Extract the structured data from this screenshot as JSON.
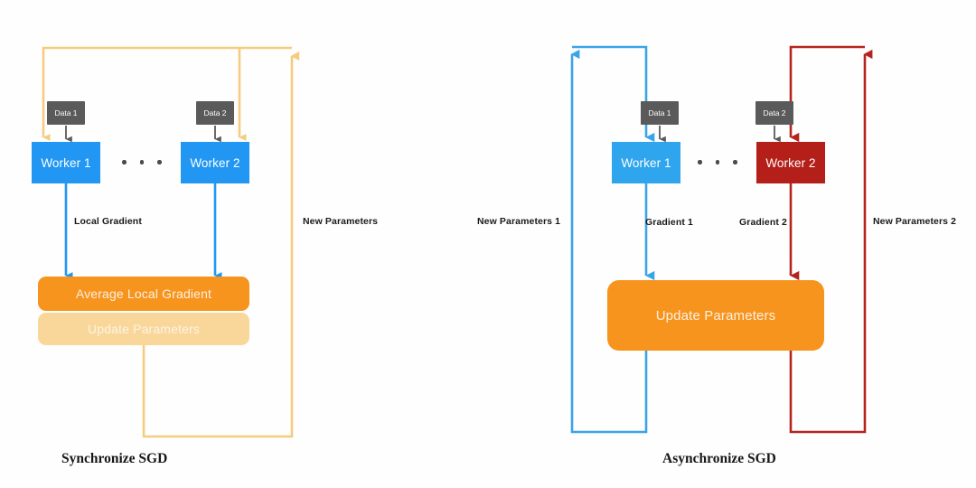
{
  "figure": {
    "background": "#fefefe",
    "panels": [
      {
        "id": "sync",
        "caption": "Synchronize SGD",
        "workers": [
          {
            "label": "Worker 1",
            "color": "#2196f3"
          },
          {
            "label": "Worker 2",
            "color": "#2196f3"
          }
        ],
        "data_boxes": [
          {
            "label": "Data 1",
            "color": "#5a5a5a"
          },
          {
            "label": "Data 2",
            "color": "#5a5a5a"
          }
        ],
        "aggregators": [
          {
            "label": "Average Local Gradient",
            "color": "#f7941e",
            "style": "strong"
          },
          {
            "label": "Update Parameters",
            "color": "#f9d79b",
            "style": "faded"
          }
        ],
        "edge_labels": [
          {
            "text": "Local Gradient"
          },
          {
            "text": "New Parameters"
          }
        ],
        "edge_colors": {
          "gradient": "#2196f3",
          "parameters": "#f5cc7f",
          "data": "#5a5a5a"
        },
        "ellipsis_dots": 3
      },
      {
        "id": "async",
        "caption": "Asynchronize SGD",
        "workers": [
          {
            "label": "Worker 1",
            "color": "#2fa5ee"
          },
          {
            "label": "Worker 2",
            "color": "#b51f1a"
          }
        ],
        "data_boxes": [
          {
            "label": "Data 1",
            "color": "#5a5a5a"
          },
          {
            "label": "Data 2",
            "color": "#5a5a5a"
          }
        ],
        "aggregators": [
          {
            "label": "Update Parameters",
            "color": "#f7941e",
            "style": "strong"
          }
        ],
        "edge_labels": [
          {
            "text": "New Parameters 1"
          },
          {
            "text": "Gradient 1"
          },
          {
            "text": "Gradient 2"
          },
          {
            "text": "New Parameters 2"
          }
        ],
        "edge_colors": {
          "worker1": "#3aa4e8",
          "worker2": "#b4241d",
          "data": "#5a5a5a"
        },
        "ellipsis_dots": 3
      }
    ]
  }
}
